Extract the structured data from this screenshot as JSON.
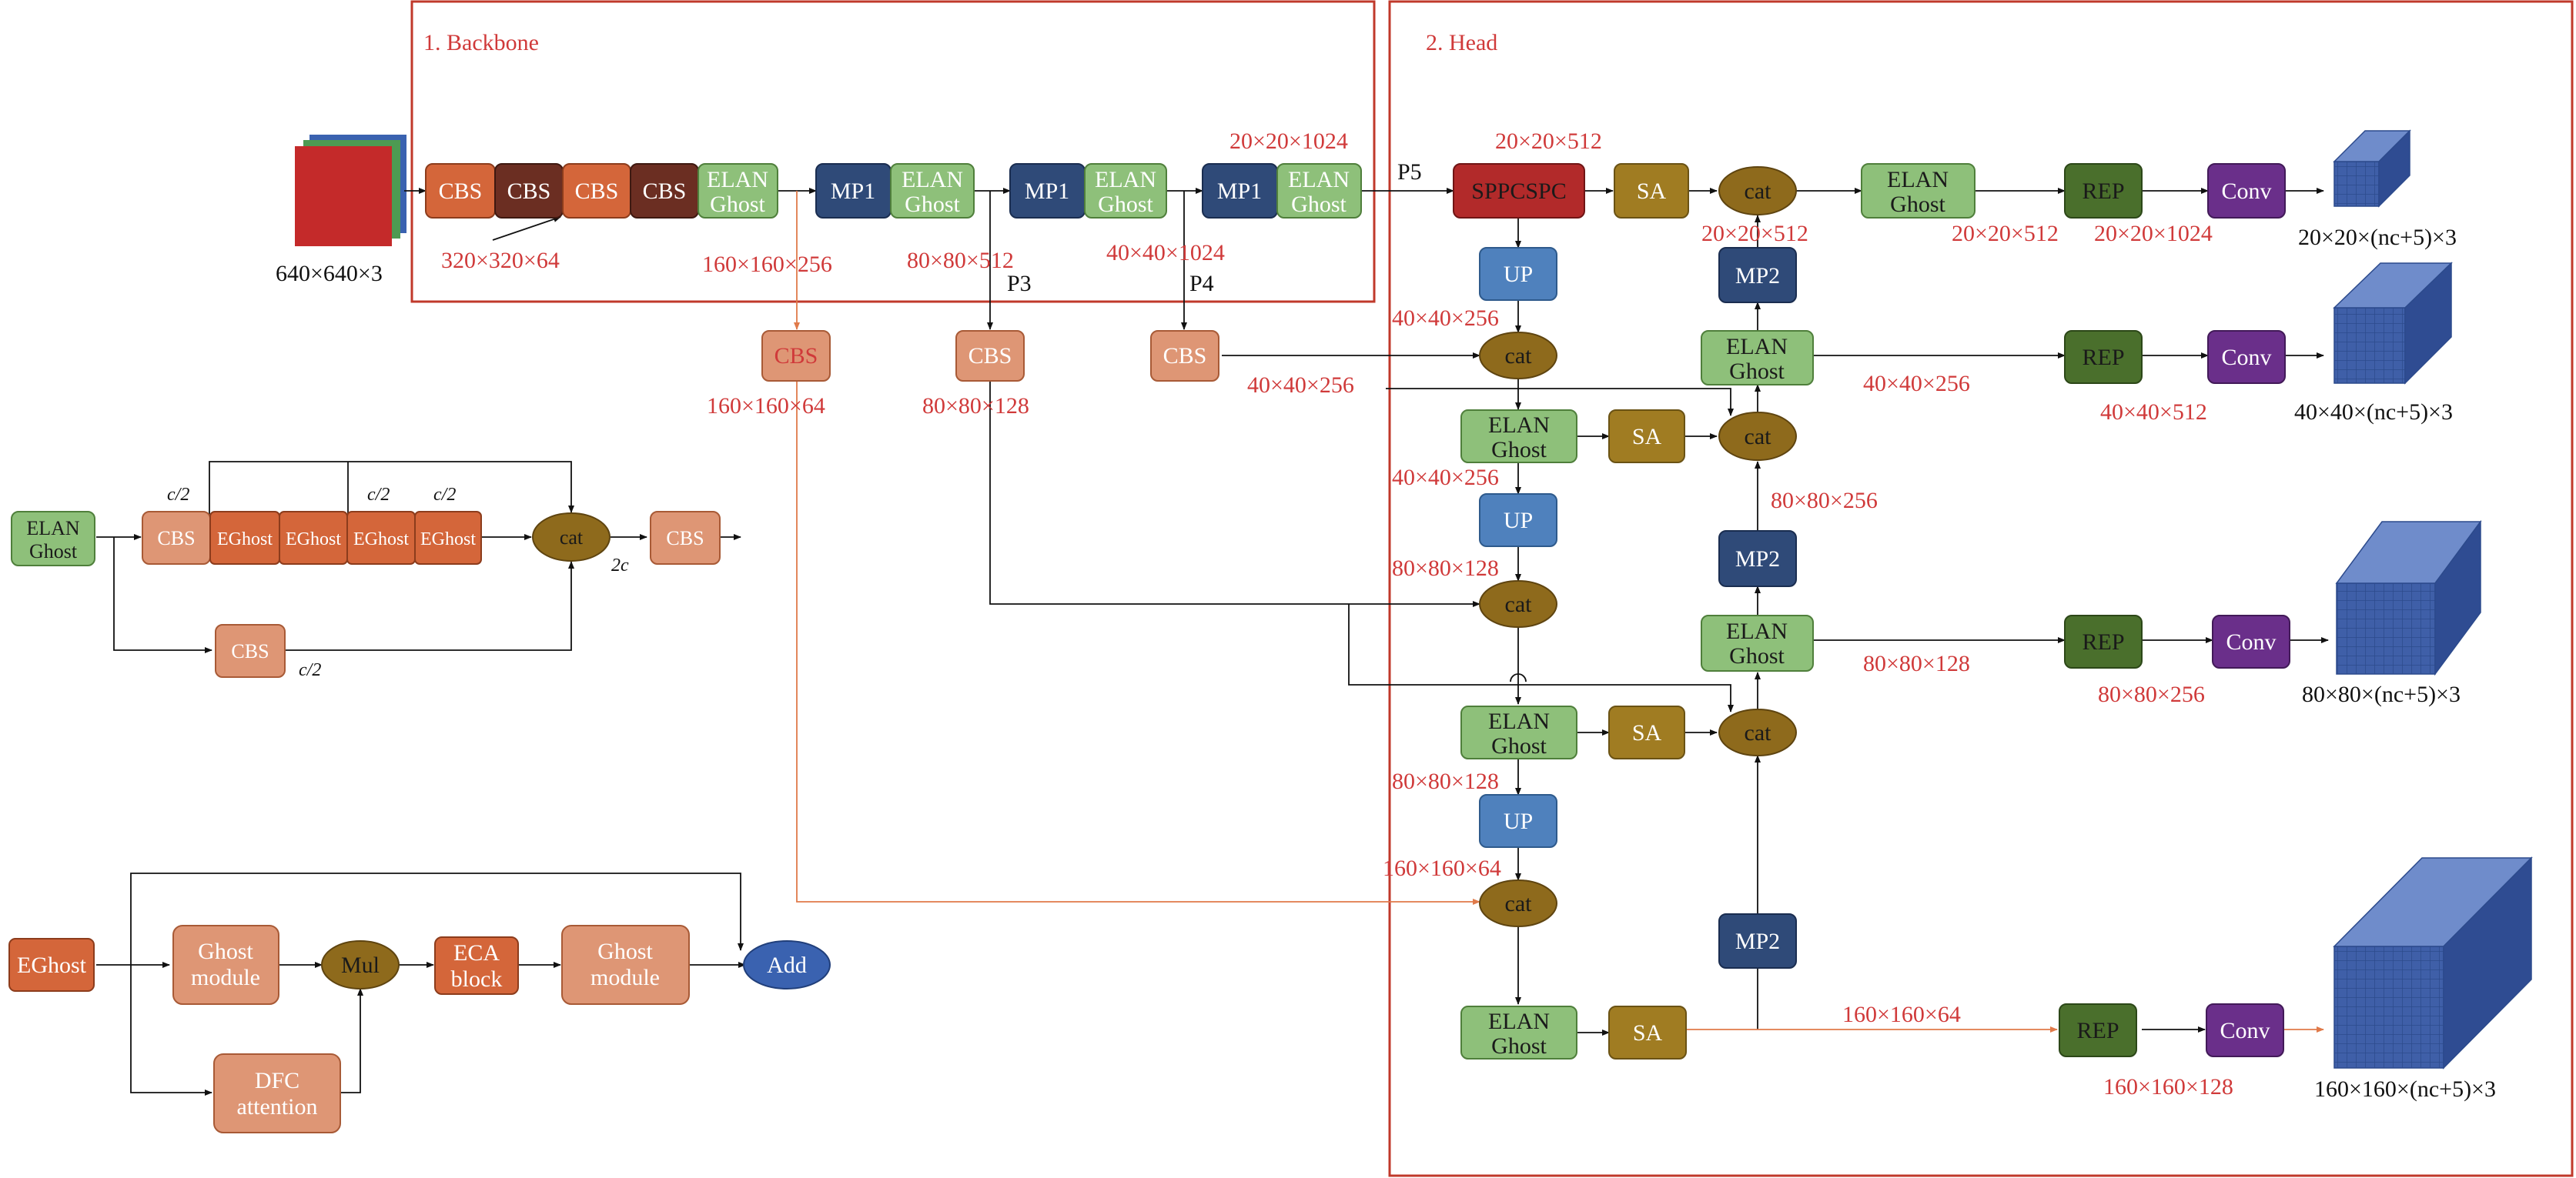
{
  "sections": {
    "backbone_title": "1. Backbone",
    "head_title": "2. Head"
  },
  "colors": {
    "frame": "#c0392b",
    "label_red": "#d03a3a",
    "cbs_orange": "#d4663a",
    "cbs_brown": "#6b2e22",
    "cbs_light": "#de9675",
    "elan_green": "#8ec07a",
    "mp_navy": "#2f4a78",
    "up_blue": "#4f81bd",
    "sa_gold": "#a07c22",
    "cat_gold": "#8e6a1c",
    "sppcspc_red": "#b22a2a",
    "rep_green": "#4a6f2c",
    "conv_purple": "#6a2f8a",
    "add_blue": "#3a62b0",
    "cube_blue": "#3f5fa8"
  },
  "nodes": {
    "cbs": "CBS",
    "elan_line1": "ELAN",
    "elan_line2": "Ghost",
    "mp1": "MP1",
    "mp2": "MP2",
    "up": "UP",
    "cat": "cat",
    "sa": "SA",
    "sppcspc": "SPPCSPC",
    "rep": "REP",
    "conv": "Conv",
    "eghost": "EGhost",
    "ghost_module_line1": "Ghost",
    "ghost_module_line2": "module",
    "mul": "Mul",
    "eca_line1": "ECA",
    "eca_line2": "block",
    "dfc_line1": "DFC",
    "dfc_line2": "attention",
    "add": "Add"
  },
  "labels": {
    "input_dim": "640×640×3",
    "b_320": "320×320×64",
    "b_160_256": "160×160×256",
    "b_80_512": "80×80×512",
    "b_40_1024": "40×40×1024",
    "b_20_1024": "20×20×1024",
    "p3": "P3",
    "p4": "P4",
    "p5": "P5",
    "cbs_160_64": "160×160×64",
    "cbs_80_128": "80×80×128",
    "cbs_40_256": "40×40×256",
    "h_20_512_top": "20×20×512",
    "h_20_512_cat": "20×20×512",
    "h_20_512_mid": "20×20×512",
    "h_20_1024": "20×20×1024",
    "out_20": "20×20×(nc+5)×3",
    "h_40_256_up": "40×40×256",
    "h_40_256_elan": "40×40×256",
    "h_40_256_right": "40×40×256",
    "h_40_512": "40×40×512",
    "out_40": "40×40×(nc+5)×3",
    "h_80_256_mp": "80×80×256",
    "h_80_128_up": "80×80×128",
    "h_80_128_elan": "80×80×128",
    "h_80_128_right": "80×80×128",
    "h_80_256": "80×80×256",
    "out_80": "80×80×(nc+5)×3",
    "h_160_64_up": "160×160×64",
    "h_160_64_right": "160×160×64",
    "h_160_128": "160×160×128",
    "out_160": "160×160×(nc+5)×3",
    "c_half_1": "c/2",
    "c_half_2": "c/2",
    "c_half_3": "c/2",
    "c_half_4": "c/2",
    "two_c": "2c"
  }
}
